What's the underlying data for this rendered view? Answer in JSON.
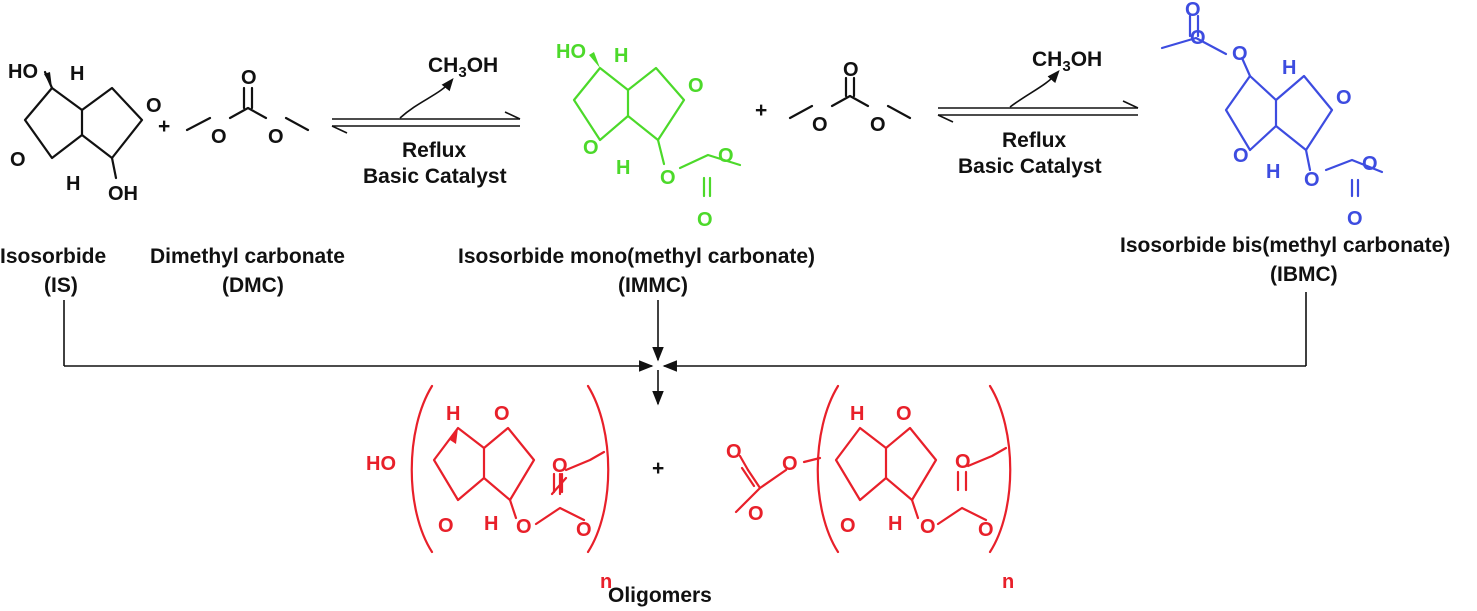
{
  "reaction": {
    "byproduct_1": "CH3OH",
    "byproduct_2": "CH3OH",
    "condition_1_line1": "Reflux",
    "condition_1_line2": "Basic Catalyst",
    "condition_2_line1": "Reflux",
    "condition_2_line2": "Basic Catalyst",
    "plus_1": "+",
    "plus_2": "+",
    "plus_3": "+"
  },
  "compounds": {
    "is": {
      "name": "Isosorbide",
      "abbr": "(IS)"
    },
    "dmc": {
      "name": "Dimethyl carbonate",
      "abbr": "(DMC)"
    },
    "immc": {
      "name": "Isosorbide mono(methyl carbonate)",
      "abbr": "(IMMC)"
    },
    "ibmc": {
      "name": "Isosorbide bis(methyl carbonate)",
      "abbr": "(IBMC)"
    },
    "oligomers": {
      "name": "Oligomers",
      "repeat": "n"
    }
  },
  "atoms": {
    "O": "O",
    "H": "H",
    "HO": "HO",
    "OH": "OH"
  },
  "colors": {
    "is": "#111111",
    "immc": "#4cd92a",
    "ibmc": "#3d4ce0",
    "oligomers": "#e8202a"
  }
}
